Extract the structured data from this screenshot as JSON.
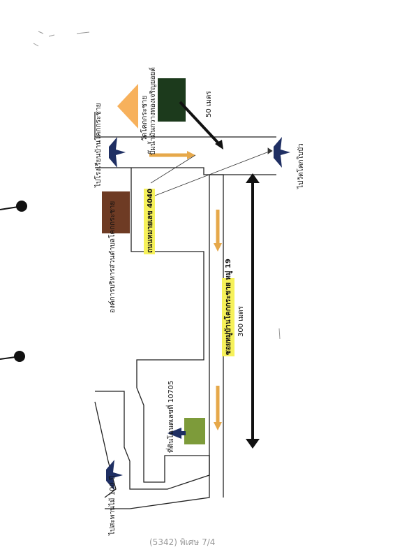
{
  "labels": {
    "tao_office": "องค์การบริหารส่วนตำบลโคกกระชาย",
    "wat": "วัดโคกกระชาย",
    "gas_station": "ปั๊มน้ำมันกวางทองเจริญยอยต์",
    "to_school": "ไปโรงเรียนบ้านโคกกระชาย",
    "to_wat_bua": "ไปวัดโคกใบบัว",
    "road_4040": "ถนนหมายเลข 4040",
    "soi_19": "ซอยหมู่บ้านโคกกระชาย หมู่ 19",
    "dist_300": "300 เมตร",
    "dist_50": "50 เมตร",
    "plot": "ที่ดินโฉนดเลขที่ 10705",
    "to_bridge": "ไปสะพานไม้ 100 ปี",
    "handwriting": "(5342) พิเศษ 7/4"
  },
  "colors": {
    "wat_triangle": "#f7b15c",
    "office_fill": "#6e3b24",
    "gas_fill": "#1c3a1c",
    "plot_fill": "#7d9b3a",
    "arrow_orange": "#e6a84a",
    "star_blue": "#1f2f63",
    "highlight": "#f6f15a"
  }
}
